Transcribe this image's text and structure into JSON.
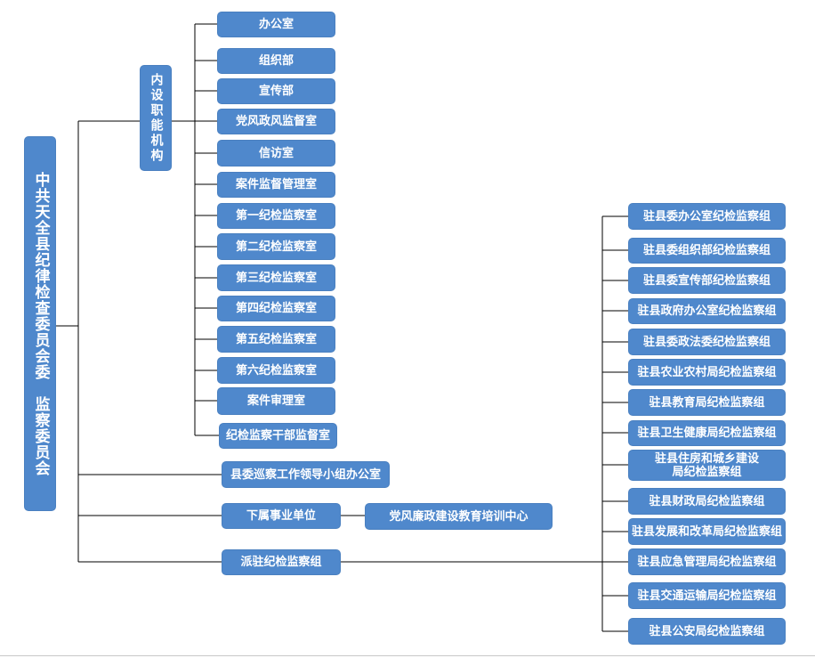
{
  "root": "中共天全县纪律检查委员会委　监察委员会",
  "internal": {
    "label": "内设职能机构",
    "items": [
      "办公室",
      "组织部",
      "宣传部",
      "党风政风监督室",
      "信访室",
      "案件监督管理室",
      "第一纪检监察室",
      "第二纪检监察室",
      "第三纪检监察室",
      "第四纪检监察室",
      "第五纪检监察室",
      "第六纪检监察室",
      "案件审理室",
      "纪检监察干部监督室"
    ]
  },
  "inspection_office": "县委巡察工作领导小组办公室",
  "subordinate": {
    "label": "下属事业单位",
    "child": "党风廉政建设教育培训中心"
  },
  "dispatched": {
    "label": "派驻纪检监察组",
    "items": [
      "驻县委办公室纪检监察组",
      "驻县委组织部纪检监察组",
      "驻县委宣传部纪检监察组",
      "驻县政府办公室纪检监察组",
      "驻县委政法委纪检监察组",
      "驻县农业农村局纪检监察组",
      "驻县教育局纪检监察组",
      "驻县卫生健康局纪检监察组",
      "驻县住房和城乡建设局纪检监察组",
      "驻县财政局纪检监察组",
      "驻县发展和改革局纪检监察组",
      "驻县应急管理局纪检监察组",
      "驻县交通运输局纪检监察组",
      "驻县公安局纪检监察组"
    ]
  },
  "colors": {
    "box": "#4f88cc",
    "text": "#ffffff",
    "line": "#000000"
  }
}
